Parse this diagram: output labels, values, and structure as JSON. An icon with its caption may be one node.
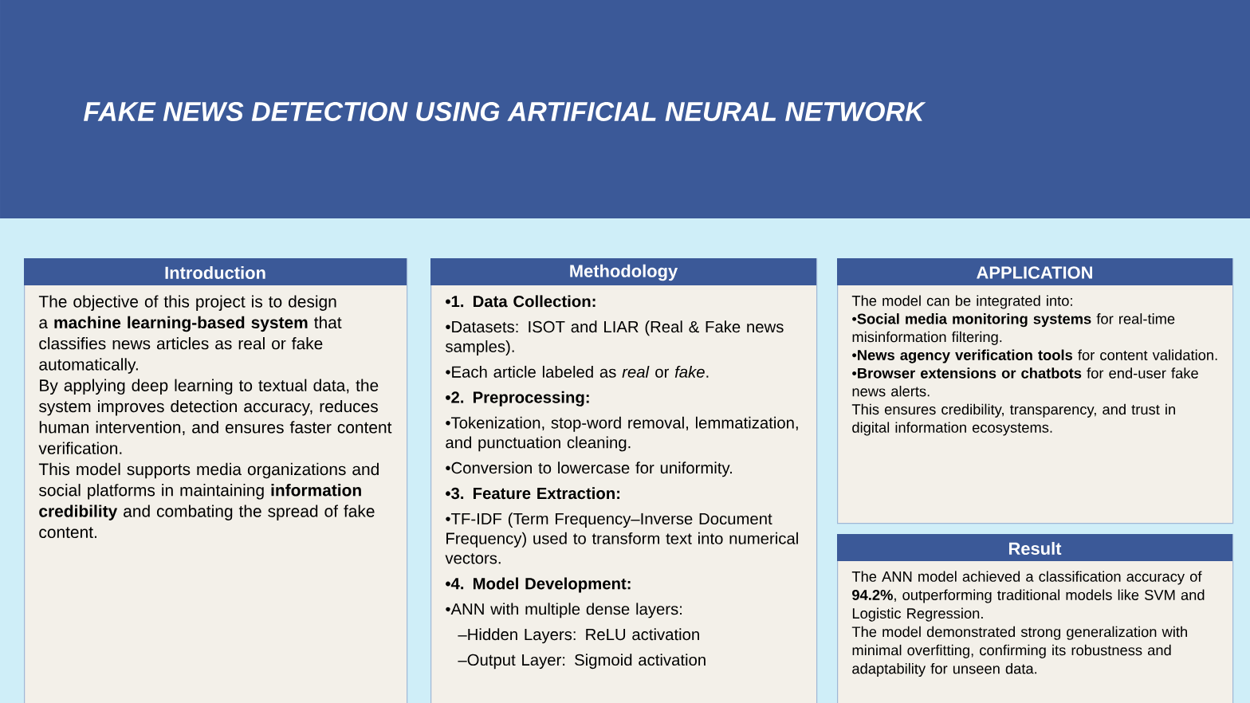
{
  "diagram": {
    "title": "FAKE NEWS DETECTION USING ARTIFICIAL NEURAL NETWORK",
    "nodes": [
      {
        "text": [
          "Introduction",
          "The objective of this project is to design a **machine learning-based system** that classifies news articles as real or fake automatically.",
          "By applying deep learning to textual data, the system improves detection accuracy, reduces human intervention, and ensures faster content verification.",
          "This model supports media organizations and social platforms in maintaining **information credibility** and combating the spread of fake content."
        ]
      },
      {
        "text": [
          "Methodology",
          "•1. Data Collection:",
          "•Datasets: ISOT and LIAR (Real & Fake news samples).",
          "•Each article labeled as *real* or *fake*.",
          "•2. Preprocessing:",
          "•Tokenization, stop-word removal, lemmatization, and punctuation cleaning.",
          "•Conversion to lowercase for uniformity.",
          "•3. Feature Extraction:",
          "•TF-IDF (Term Frequency–Inverse Document Frequency) used to transform text into numerical vectors.",
          "•4. Model Development:",
          "•ANN with multiple dense layers:",
          "–Hidden Layers: ReLU activation",
          "–Output Layer: Sigmoid activation"
        ]
      },
      {
        "text": [
          "APPLICATION",
          "The model can be integrated into:",
          "•**Social media monitoring systems** for real-time misinformation filtering.",
          "•**News agency verification tools** for content validation.",
          "•**Browser extensions or chatbots** for end-user fake news alerts.",
          "This ensures credibility, transparency, and trust in digital information ecosystems."
        ]
      },
      {
        "text": [
          "Result",
          "The ANN model achieved a classification accuracy of **94.2%**, outperforming traditional models like SVM and Logistic Regression.",
          "The model demonstrated strong generalization with minimal overfitting, confirming its robustness and adaptability for unseen data."
        ]
      }
    ]
  }
}
